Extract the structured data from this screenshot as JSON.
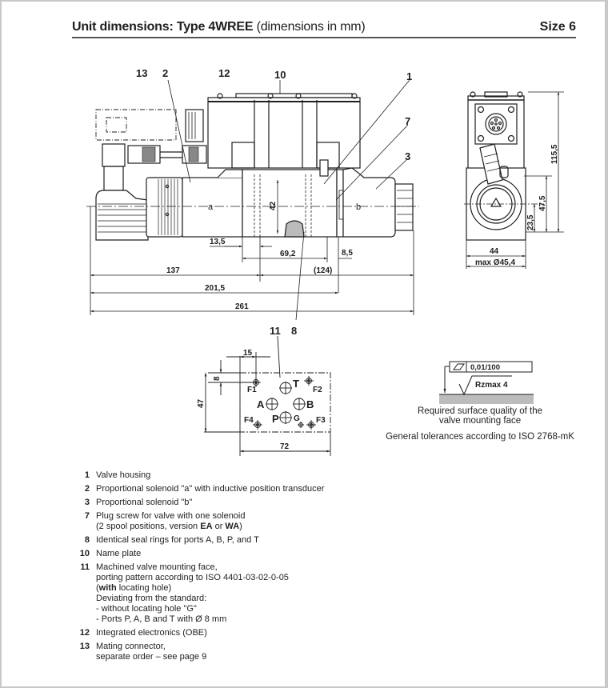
{
  "header": {
    "title_bold": "Unit dimensions: Type 4WREE",
    "title_normal": " (dimensions in mm)",
    "size": "Size 6"
  },
  "front_view": {
    "callouts": [
      "13",
      "2",
      "12",
      "10",
      "1",
      "7",
      "3"
    ],
    "solenoid_a": "a",
    "solenoid_b": "b",
    "dimensions": {
      "height_42": "42",
      "d_13_5": "13,5",
      "d_69_2": "69,2",
      "d_8_5": "8,5",
      "d_137": "137",
      "d_124": "(124)",
      "d_201_5": "201,5",
      "d_261": "261"
    }
  },
  "side_view": {
    "dimensions": {
      "h_115_5": "115,5",
      "h_47_5": "47,5",
      "h_23_5": "23,5",
      "w_44": "44",
      "max_dia": "max Ø45,4"
    }
  },
  "mounting_face": {
    "callouts": [
      "11",
      "8"
    ],
    "ports": {
      "T": "T",
      "A": "A",
      "B": "B",
      "P": "P",
      "G": "G",
      "F1": "F1",
      "F2": "F2",
      "F3": "F3",
      "F4": "F4"
    },
    "dimensions": {
      "d_15": "15",
      "d_8": "8",
      "d_47": "47",
      "d_72": "72"
    }
  },
  "surface_quality": {
    "flatness": "0,01/100",
    "roughness": "Rzmax  4",
    "caption_line1": "Required surface quality of the",
    "caption_line2": "valve mounting face",
    "tolerances": "General tolerances according to ISO 2768-mK"
  },
  "legend": [
    {
      "num": "1",
      "lines": [
        "Valve housing"
      ]
    },
    {
      "num": "2",
      "lines": [
        "Proportional solenoid \"a\" with inductive position transducer"
      ]
    },
    {
      "num": "3",
      "lines": [
        "Proportional solenoid \"b\""
      ]
    },
    {
      "num": "7",
      "lines": [
        "Plug screw for valve with one solenoid"
      ],
      "line2_pre": "(2 spool positions, version ",
      "line2_b1": "EA",
      "line2_mid": " or ",
      "line2_b2": "WA",
      "line2_post": ")"
    },
    {
      "num": "8",
      "lines": [
        "Identical seal rings for ports A, B, P, and T"
      ]
    },
    {
      "num": "10",
      "lines": [
        "Name plate"
      ]
    },
    {
      "num": "11",
      "lines": [
        "Machined valve mounting face,",
        "porting pattern according to ISO 4401-03-02-0-05"
      ],
      "line3_pre": "(",
      "line3_b": "with",
      "line3_post": " locating hole)",
      "lines_after": [
        "Deviating from the standard:",
        "- without locating hole \"G\"",
        "- Ports P, A, B and T with Ø 8 mm"
      ]
    },
    {
      "num": "12",
      "lines": [
        "Integrated electronics (OBE)"
      ]
    },
    {
      "num": "13",
      "lines": [
        "Mating connector,",
        "separate order – see page 9"
      ]
    }
  ]
}
